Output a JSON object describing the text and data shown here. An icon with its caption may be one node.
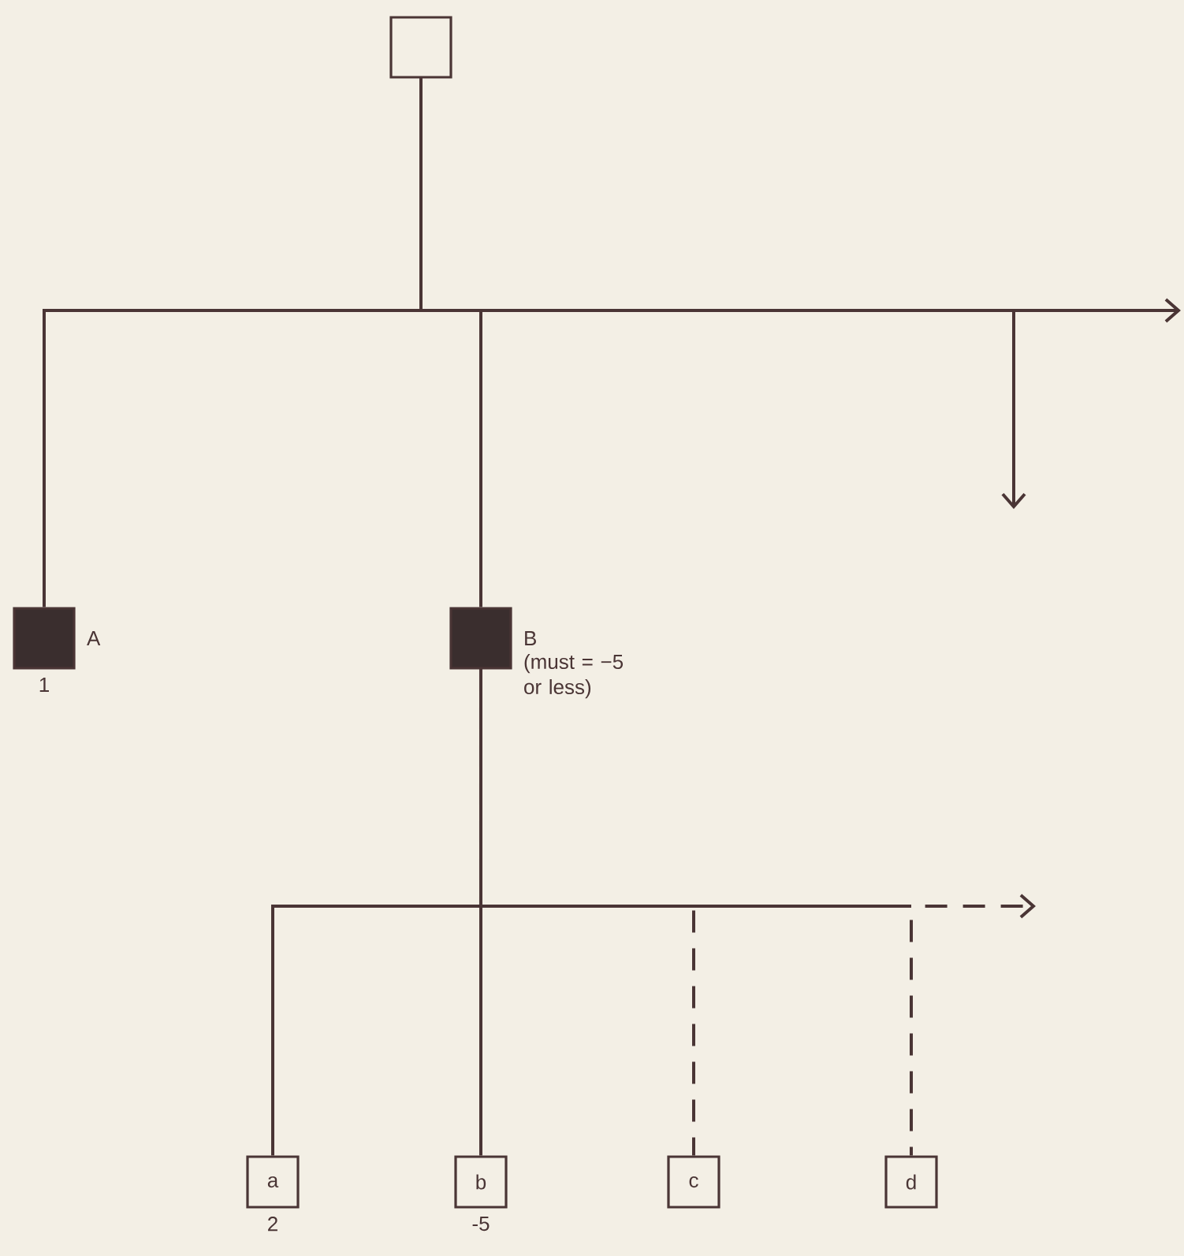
{
  "diagram": {
    "nodes": [
      {
        "text": [],
        "shape": "box"
      },
      {
        "text": [],
        "shape": "box",
        "beside": [
          "A",
          "1"
        ]
      },
      {
        "text": [],
        "shape": "box",
        "beside": [
          "B",
          "(must = −5 or less)"
        ]
      },
      {
        "text": [
          "a"
        ],
        "beside": [
          "2"
        ]
      },
      {
        "text": [
          "b"
        ],
        "beside": [
          "-5"
        ]
      },
      {
        "text": [
          "c"
        ]
      },
      {
        "text": [
          "d"
        ]
      }
    ],
    "edges": [
      {
        "from": 0,
        "to": 1,
        "arrow": "none"
      },
      {
        "from": 0,
        "to": 2,
        "arrow": "none"
      },
      {
        "from": 0,
        "to": null,
        "arrow": "to"
      },
      {
        "from": 0,
        "to": null,
        "arrow": "to"
      },
      {
        "from": 2,
        "to": 3,
        "arrow": "none"
      },
      {
        "from": 2,
        "to": 4,
        "arrow": "none"
      },
      {
        "from": 2,
        "to": 5,
        "arrow": "none",
        "style": "dashed"
      },
      {
        "from": 2,
        "to": 6,
        "arrow": "none",
        "style": "dashed"
      },
      {
        "from": 2,
        "to": null,
        "arrow": "to",
        "style": "dashed"
      }
    ]
  }
}
